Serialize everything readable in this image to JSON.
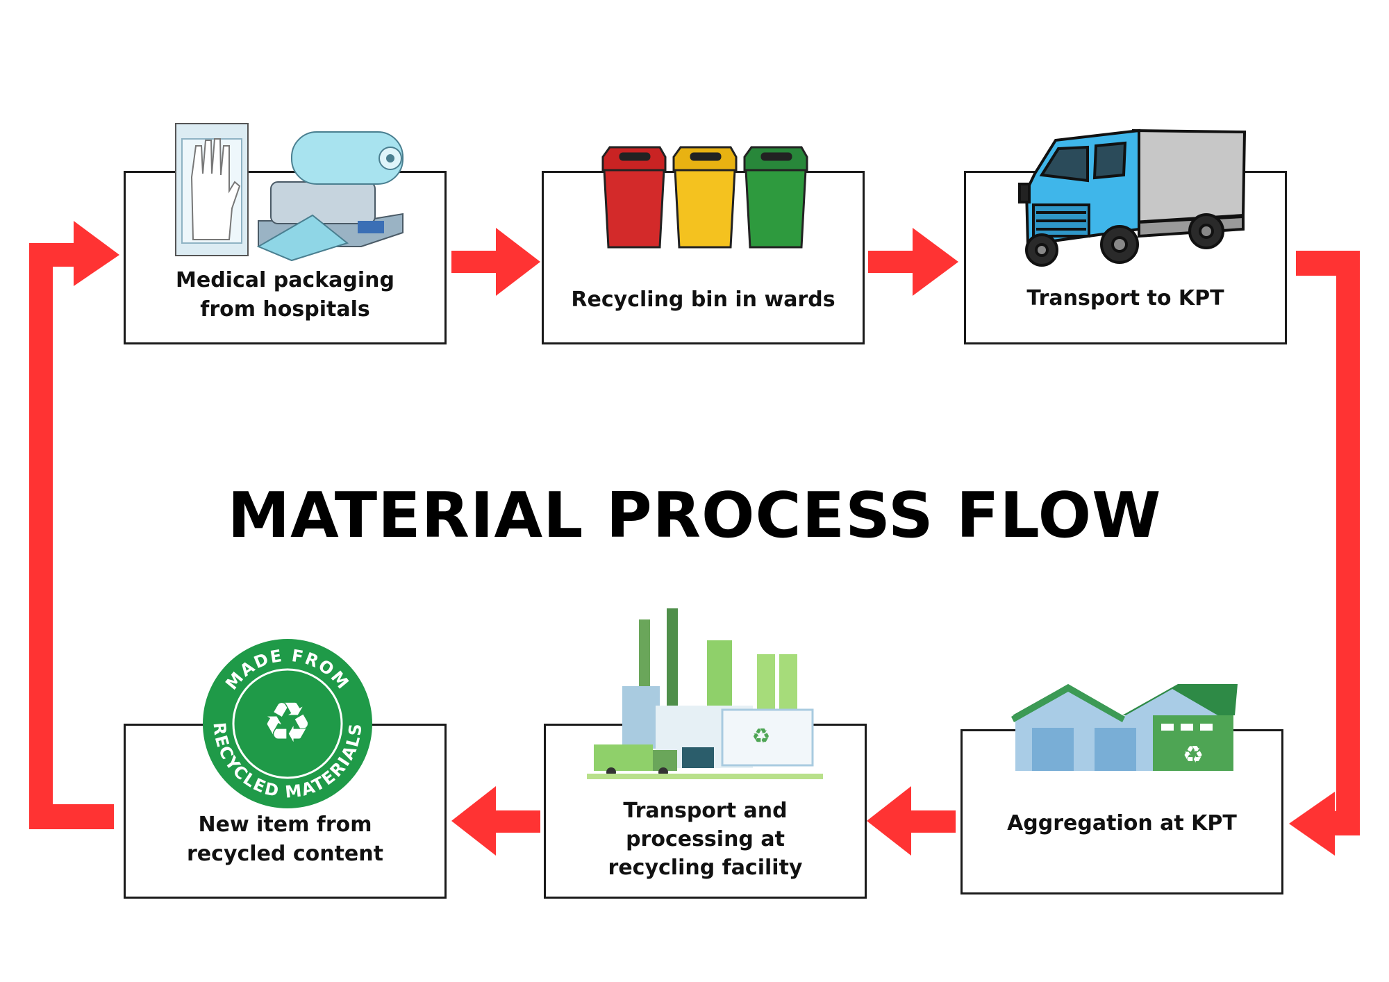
{
  "title": "MATERIAL PROCESS FLOW",
  "steps": [
    {
      "label_line1": "Medical packaging",
      "label_line2": "from hospitals",
      "icon": "medical-packaging-icon"
    },
    {
      "label": "Recycling bin in wards",
      "icon": "recycling-bins-icon"
    },
    {
      "label": "Transport to KPT",
      "icon": "truck-icon"
    },
    {
      "label": "Aggregation at KPT",
      "icon": "warehouse-icon"
    },
    {
      "label_line1": "Transport and",
      "label_line2": "processing at",
      "label_line3": "recycling facility",
      "icon": "recycling-facility-icon"
    },
    {
      "label_line1": "New item from",
      "label_line2": "recycled content",
      "icon": "recycled-materials-badge-icon"
    }
  ],
  "badge": {
    "top_text": "MADE FROM",
    "bottom_text": "RECYCLED MATERIALS"
  },
  "colors": {
    "arrow": "#ff3333",
    "bin_red": "#d32a2a",
    "bin_yellow": "#f4c21f",
    "bin_green": "#2e9a3e",
    "badge_green": "#1f9a48",
    "truck_blue": "#3fb6ea"
  }
}
